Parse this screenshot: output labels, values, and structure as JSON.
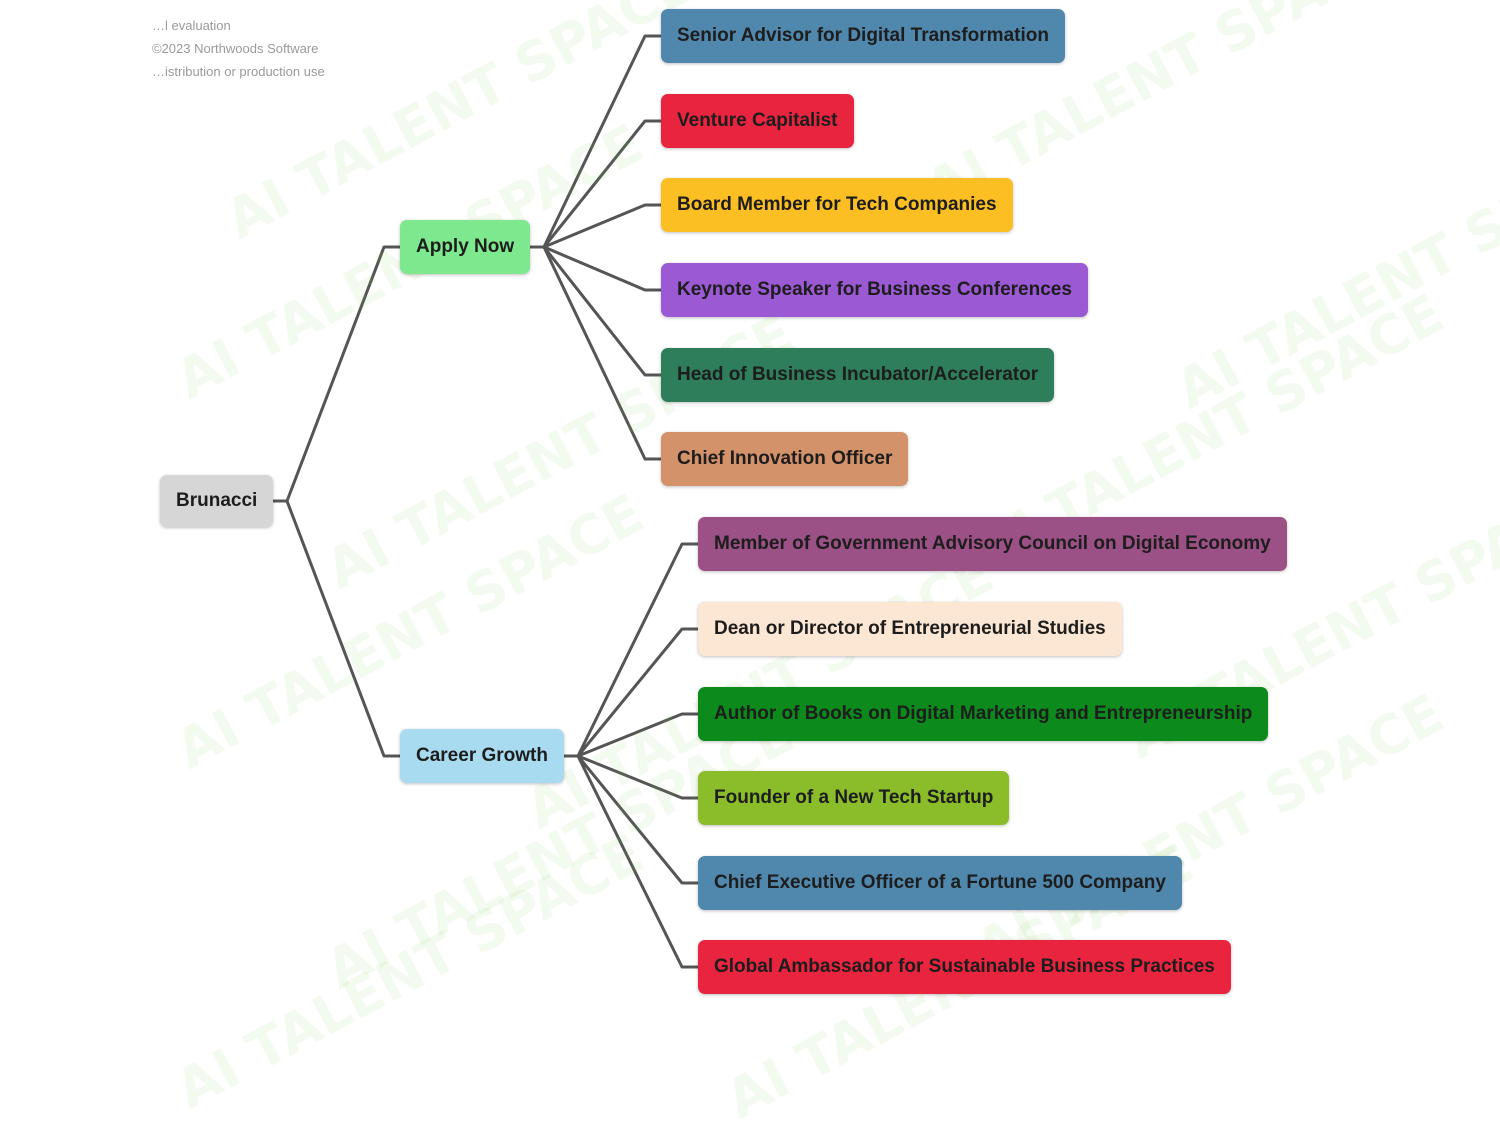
{
  "header": {
    "lines": [
      "…l evaluation",
      "©2023 Northwoods Software",
      "…istribution or production use"
    ]
  },
  "watermark": {
    "text": "AI TALENT SPACE"
  },
  "mindmap": {
    "root": {
      "label": "Brunacci",
      "color": "#d6d6d6"
    },
    "branches": [
      {
        "label": "Apply Now",
        "color": "#7ee88f",
        "children": [
          {
            "label": "Senior Advisor for Digital Transformation",
            "color": "#4f87ad"
          },
          {
            "label": "Venture Capitalist",
            "color": "#e8243e"
          },
          {
            "label": "Board Member for Tech Companies",
            "color": "#fbbf24"
          },
          {
            "label": "Keynote Speaker for Business Conferences",
            "color": "#9b59d3"
          },
          {
            "label": "Head of Business Incubator/Accelerator",
            "color": "#2e7d5b"
          },
          {
            "label": "Chief Innovation Officer",
            "color": "#d4926a"
          }
        ]
      },
      {
        "label": "Career Growth",
        "color": "#a8daf0",
        "children": [
          {
            "label": "Member of Government Advisory Council on Digital Economy",
            "color": "#9b5185"
          },
          {
            "label": "Dean or Director of Entrepreneurial Studies",
            "color": "#fbe7d4"
          },
          {
            "label": "Author of Books on Digital Marketing and Entrepreneurship",
            "color": "#0c8a1c"
          },
          {
            "label": "Founder of a New Tech Startup",
            "color": "#8bbd2a"
          },
          {
            "label": "Chief Executive Officer of a Fortune 500 Company",
            "color": "#4f87ad"
          },
          {
            "label": "Global Ambassador for Sustainable Business Practices",
            "color": "#e8243e"
          }
        ]
      }
    ]
  }
}
